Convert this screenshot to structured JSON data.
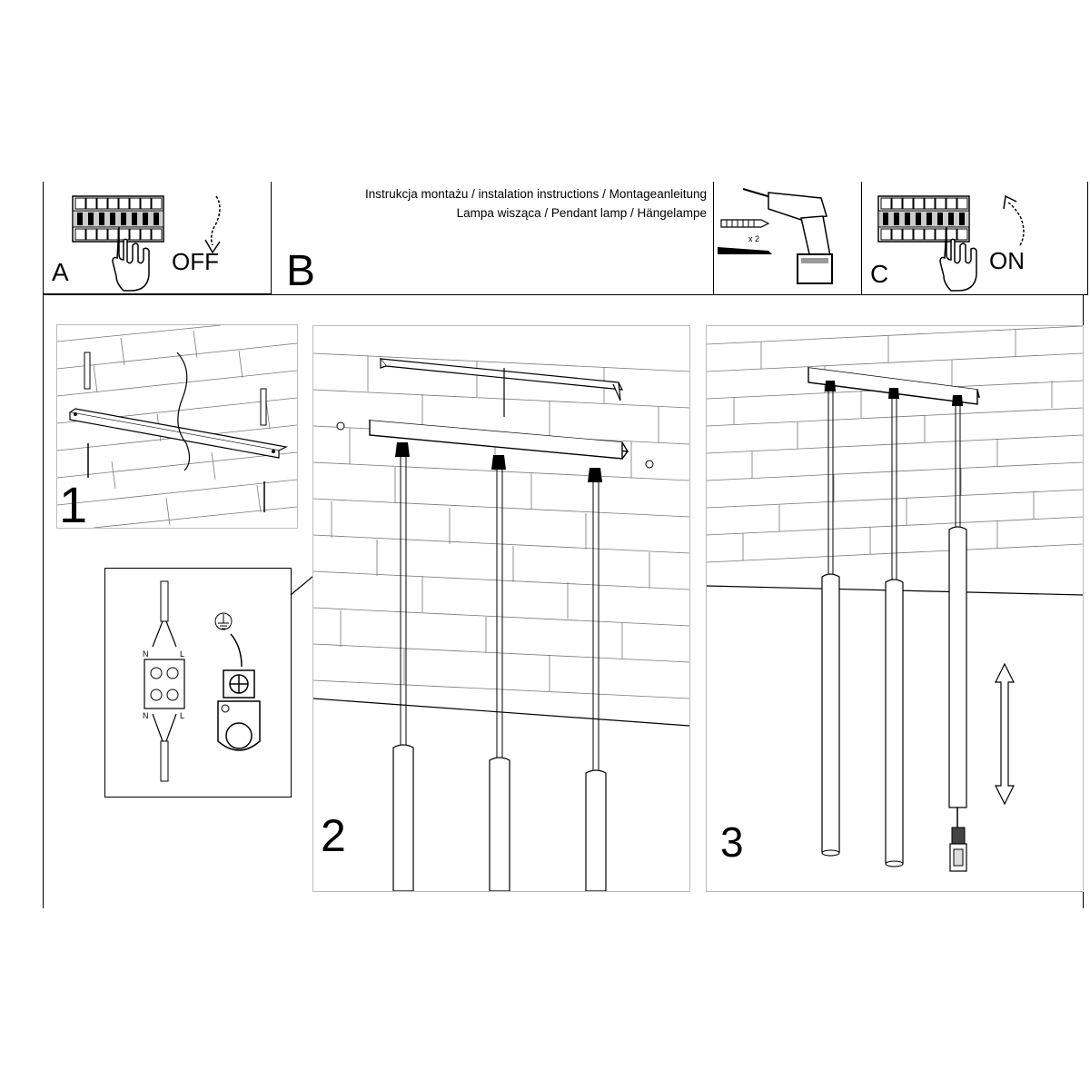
{
  "header": {
    "title_line1": "Instrukcja montażu / instalation instructions / Montageanleitung",
    "title_line2": "Lampa wisząca / Pendant lamp / Hängelampe"
  },
  "panel_a": {
    "label": "A",
    "action": "OFF",
    "icon": "circuit-breaker-off-icon"
  },
  "panel_b": {
    "label": "B"
  },
  "drill": {
    "count": "x 2",
    "icon": "drill-icon"
  },
  "panel_c": {
    "label": "C",
    "action": "ON",
    "icon": "circuit-breaker-on-icon"
  },
  "steps": [
    {
      "number": "1"
    },
    {
      "number": "2"
    },
    {
      "number": "3"
    }
  ],
  "wiring": {
    "neutral": "N",
    "live": "L",
    "icon": "ground-symbol-icon"
  }
}
